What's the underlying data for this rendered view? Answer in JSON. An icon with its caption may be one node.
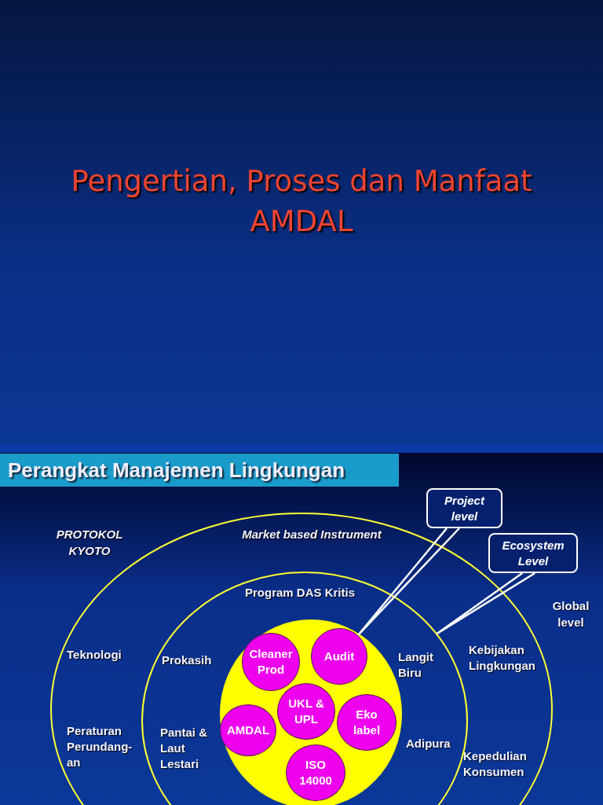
{
  "diagram": {
    "title": "Pengertian, Proses dan Manfaat AMDAL",
    "nodes": [
      {
        "text": [
          "Market based Instrument",
          "Teknologi",
          "Kebijakan Lingkungan",
          "Peraturan Perundang-an",
          "Kepedulian Konsumen"
        ]
      },
      {
        "text": [
          "Program DAS Kritis",
          "Prokasih",
          "Langit Biru",
          "Pantai & Laut Lestari",
          "Adipura"
        ],
        "in": 0
      },
      {
        "text": [],
        "shape": "circle",
        "in": 1
      },
      {
        "text": [
          "Cleaner Prod"
        ],
        "in": 2
      },
      {
        "text": [
          "Audit"
        ],
        "in": 2
      },
      {
        "text": [
          "UKL & UPL"
        ],
        "in": 2
      },
      {
        "text": [
          "AMDAL"
        ],
        "in": 2
      },
      {
        "text": [
          "Eko label"
        ],
        "in": 2
      },
      {
        "text": [
          "ISO 14000"
        ],
        "in": 2
      },
      {
        "text": [
          "Project level"
        ]
      },
      {
        "text": [
          "Ecosystem Level"
        ]
      }
    ],
    "edges": [
      {
        "from": 9,
        "to": 4,
        "arrow": "none"
      },
      {
        "from": 10,
        "to": 1,
        "arrow": "none"
      }
    ],
    "labels": [
      "Perangkat Manajemen Lingkungan",
      "PROTOKOL KYOTO",
      "Global level"
    ]
  }
}
